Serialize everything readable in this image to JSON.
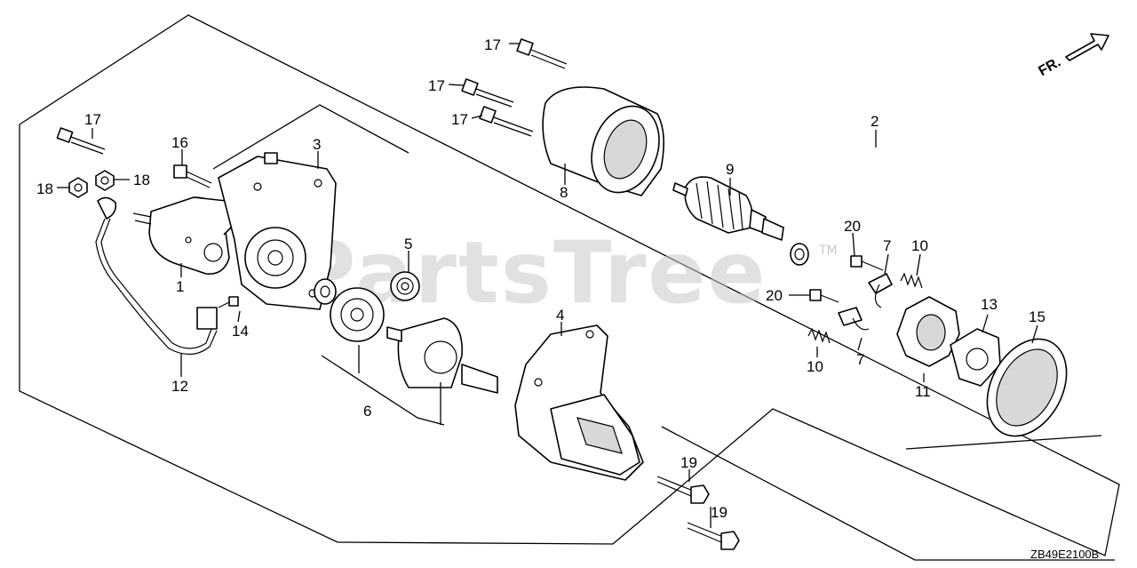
{
  "diagram": {
    "drawing_code": "ZB49E2100B",
    "watermark": "PartsTree",
    "trademark": "TM",
    "direction_label": "FR.",
    "callouts": {
      "p1": "1",
      "p2": "2",
      "p3": "3",
      "p4": "4",
      "p5": "5",
      "p6": "6",
      "p7a": "7",
      "p7b": "7",
      "p8": "8",
      "p9": "9",
      "p10a": "10",
      "p10b": "10",
      "p11": "11",
      "p12": "12",
      "p13": "13",
      "p14": "14",
      "p15": "15",
      "p16": "16",
      "p17a": "17",
      "p17b": "17",
      "p17c": "17",
      "p17d": "17",
      "p18a": "18",
      "p18b": "18",
      "p19a": "19",
      "p19b": "19",
      "p20a": "20",
      "p20b": "20"
    }
  }
}
